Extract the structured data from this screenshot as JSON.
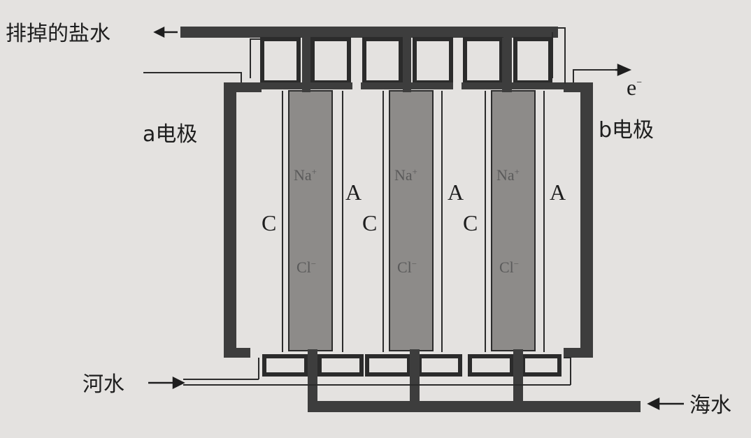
{
  "labels": {
    "salt_out": "排掉的盐水",
    "river_in": "河水",
    "sea_in": "海水",
    "electrode_a": "a电极",
    "electrode_b": "b电极",
    "electron": "e",
    "electron_sign": "−"
  },
  "chambers": [
    {
      "left": "C",
      "right": "A",
      "ion_top": "Na",
      "ion_top_sup": "+",
      "ion_bottom": "Cl",
      "ion_bottom_sup": "−"
    },
    {
      "left": "C",
      "right": "A",
      "ion_top": "Na",
      "ion_top_sup": "+",
      "ion_bottom": "Cl",
      "ion_bottom_sup": "−"
    },
    {
      "left": "C",
      "right": "A",
      "ion_top": "Na",
      "ion_top_sup": "+",
      "ion_bottom": "Cl",
      "ion_bottom_sup": "−"
    }
  ],
  "colors": {
    "background": "#e4e2e0",
    "wall": "#3d3d3d",
    "line": "#2b2b2b",
    "seawater_compartment": "#8d8b89"
  }
}
